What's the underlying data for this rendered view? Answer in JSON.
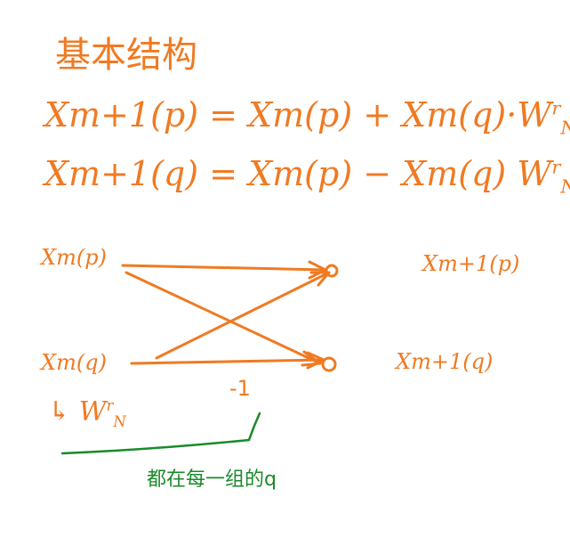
{
  "title": "基本结构",
  "equations": {
    "eq1": "Xm+1(p) = Xm(p) + Xm(q)·W",
    "eq1_sup": "r",
    "eq1_sub": "N",
    "eq2": "Xm+1(q) = Xm(p) − Xm(q) W",
    "eq2_sup": "r",
    "eq2_sub": "N"
  },
  "butterfly": {
    "input_p": "Xm(p)",
    "input_q": "Xm(q)",
    "output_p": "Xm+1(p)",
    "output_q": "Xm+1(q)",
    "multiplier": "-1",
    "twiddle_arrow": "↳",
    "twiddle": "W",
    "twiddle_sup": "r",
    "twiddle_sub": "N"
  },
  "note": "都在每一组的q",
  "colors": {
    "ink": "#f07a22",
    "note_ink": "#1a8a2a"
  }
}
